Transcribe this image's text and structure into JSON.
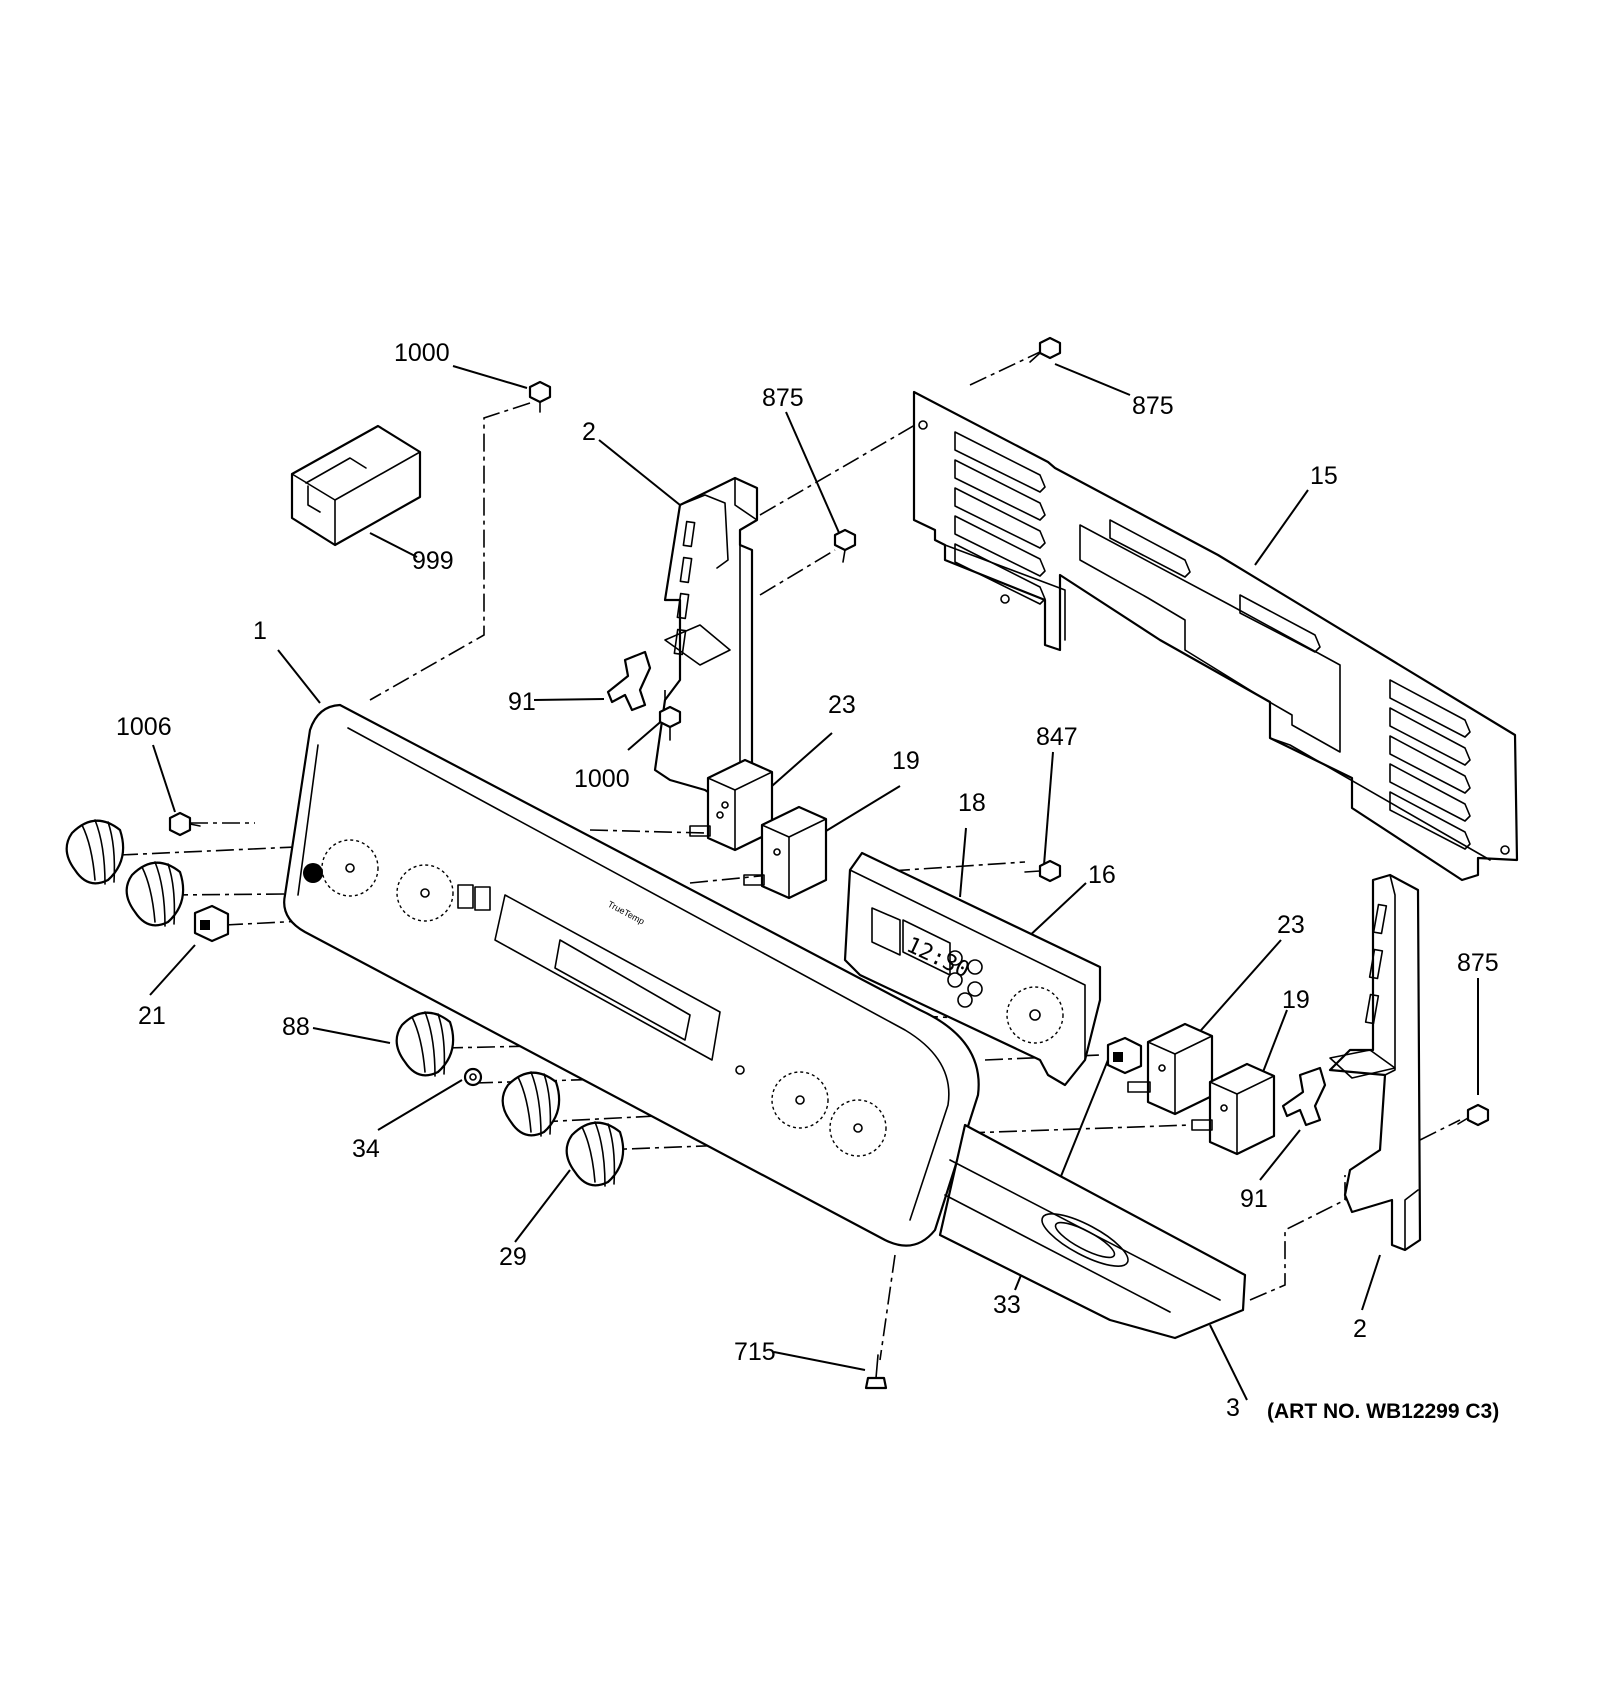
{
  "art_number": "(ART NO. WB12299 C3)",
  "panel": {
    "brand": "TrueTemp",
    "display": "12:30"
  },
  "callouts": [
    {
      "id": "c-1000-top",
      "text": "1000"
    },
    {
      "id": "c-875-a",
      "text": "875"
    },
    {
      "id": "c-875-b",
      "text": "875"
    },
    {
      "id": "c-2-left",
      "text": "2"
    },
    {
      "id": "c-15",
      "text": "15"
    },
    {
      "id": "c-999",
      "text": "999"
    },
    {
      "id": "c-1",
      "text": "1"
    },
    {
      "id": "c-91-left",
      "text": "91"
    },
    {
      "id": "c-1006",
      "text": "1006"
    },
    {
      "id": "c-1000-mid",
      "text": "1000"
    },
    {
      "id": "c-23-left",
      "text": "23"
    },
    {
      "id": "c-847",
      "text": "847"
    },
    {
      "id": "c-19-left",
      "text": "19"
    },
    {
      "id": "c-18",
      "text": "18"
    },
    {
      "id": "c-16",
      "text": "16"
    },
    {
      "id": "c-21",
      "text": "21"
    },
    {
      "id": "c-23-right",
      "text": "23"
    },
    {
      "id": "c-19-right",
      "text": "19"
    },
    {
      "id": "c-875-c",
      "text": "875"
    },
    {
      "id": "c-88",
      "text": "88"
    },
    {
      "id": "c-34",
      "text": "34"
    },
    {
      "id": "c-91-right",
      "text": "91"
    },
    {
      "id": "c-29",
      "text": "29"
    },
    {
      "id": "c-33",
      "text": "33"
    },
    {
      "id": "c-2-right",
      "text": "2"
    },
    {
      "id": "c-715",
      "text": "715"
    },
    {
      "id": "c-3",
      "text": "3"
    }
  ]
}
